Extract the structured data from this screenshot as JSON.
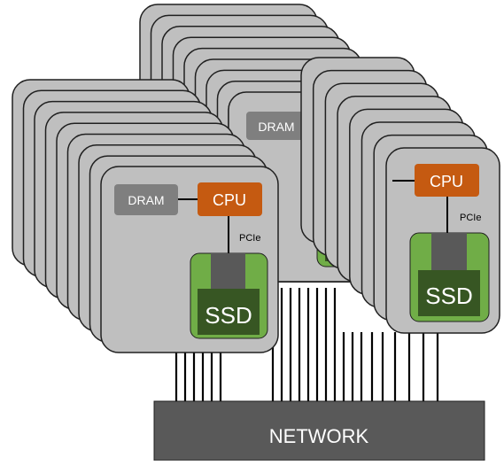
{
  "labels": {
    "dram": "DRAM",
    "cpu": "CPU",
    "pcie": "PCIe",
    "ssd": "SSD",
    "network": "NETWORK"
  },
  "colors": {
    "server_fill": "#bfbfbf",
    "server_stroke": "#202020",
    "dram_fill": "#7f7f7f",
    "cpu_fill": "#c55a11",
    "ssd_outer": "#70ad47",
    "ssd_inner": "#375623",
    "ssd_connector": "#595959",
    "network_fill": "#595959",
    "wire": "#000000",
    "label_text": "#ffffff"
  }
}
